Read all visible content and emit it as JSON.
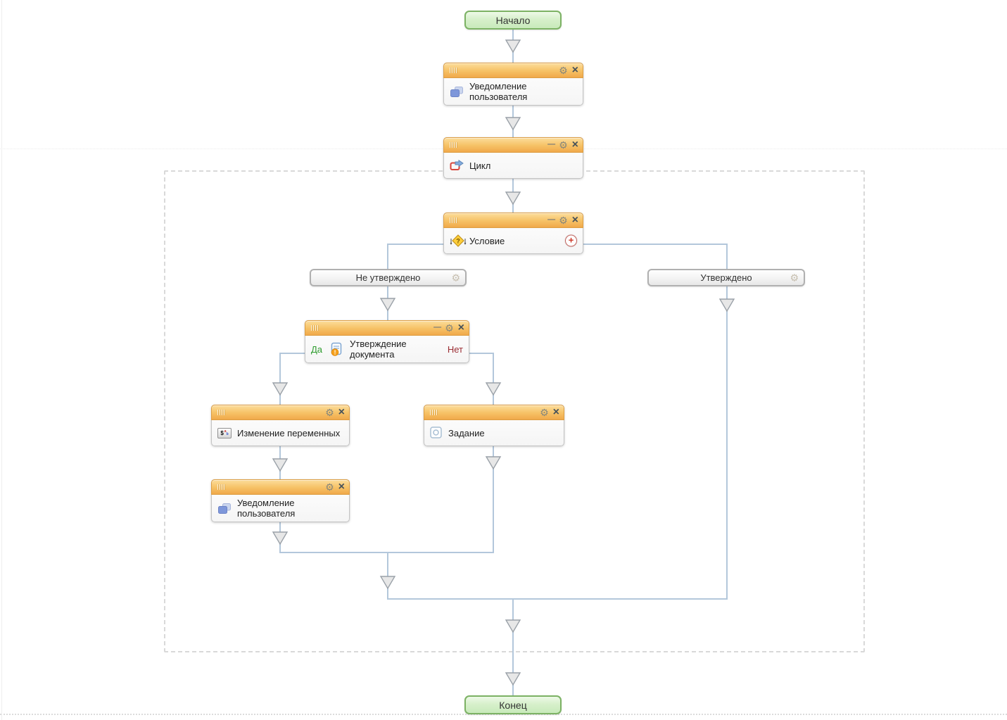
{
  "colors": {
    "connector": "#b3c7db",
    "header_orange_top": "#fcdd9c",
    "header_orange_bottom": "#f0a94a",
    "terminator_green_border": "#7cb264",
    "yes_green": "#2d9b2d",
    "no_red": "#9b2d33",
    "plus_red": "#cc3322",
    "dashed_region": "#d9d9d9"
  },
  "icons": {
    "gear": "⚙",
    "close": "×",
    "minimize": "—",
    "plus": "+",
    "question": "?",
    "exclamation": "!",
    "dollar": "$",
    "var_a": "a",
    "var_b": "b"
  },
  "nodes": {
    "start": {
      "label": "Начало"
    },
    "notify_top": {
      "title": "Уведомление пользователя"
    },
    "loop": {
      "title": "Цикл"
    },
    "condition": {
      "title": "Условие"
    },
    "branch_not_approved": {
      "label": "Не утверждено"
    },
    "branch_approved": {
      "label": "Утверждено"
    },
    "approval": {
      "title": "Утверждение документа",
      "yes_label": "Да",
      "no_label": "Нет"
    },
    "set_variables": {
      "title": "Изменение переменных"
    },
    "task": {
      "title": "Задание"
    },
    "notify_bottom": {
      "title": "Уведомление пользователя"
    },
    "end": {
      "label": "Конец"
    }
  }
}
